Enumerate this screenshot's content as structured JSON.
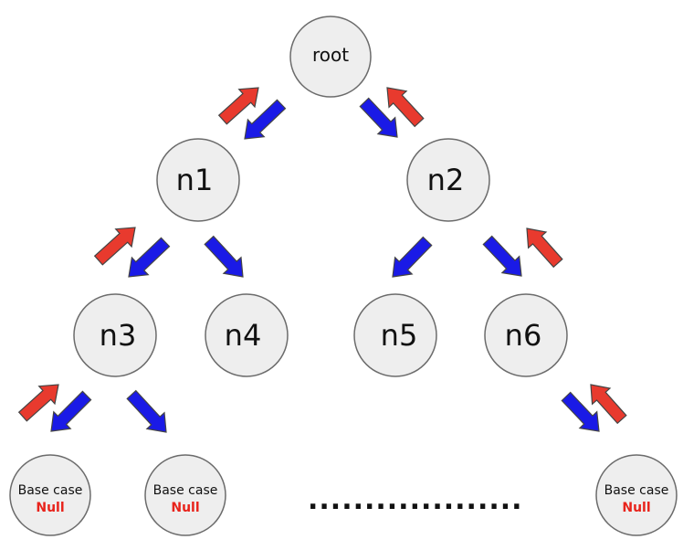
{
  "colors": {
    "down_arrow": "#1a1ae6",
    "up_arrow": "#e83a2e",
    "null_text": "#e8231b",
    "node_fill": "#eeeeee"
  },
  "nodes": {
    "root": "root",
    "n1": "n1",
    "n2": "n2",
    "n3": "n3",
    "n4": "n4",
    "n5": "n5",
    "n6": "n6"
  },
  "leaves": [
    {
      "title": "Base case",
      "value": "Null"
    },
    {
      "title": "Base case",
      "value": "Null"
    },
    {
      "title": "Base case",
      "value": "Null"
    }
  ],
  "ellipsis": "..................."
}
